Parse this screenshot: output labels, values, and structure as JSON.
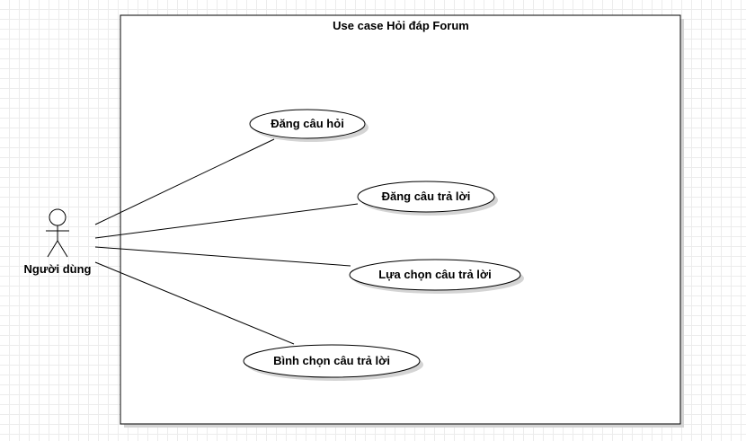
{
  "diagram": {
    "type": "uml-use-case",
    "system": {
      "title": "Use case Hỏi đáp Forum"
    },
    "actor": {
      "name": "Người dùng"
    },
    "use_cases": [
      {
        "id": "uc1",
        "label": "Đăng câu hỏi"
      },
      {
        "id": "uc2",
        "label": "Đăng câu trả lời"
      },
      {
        "id": "uc3",
        "label": "Lựa chọn câu trả lời"
      },
      {
        "id": "uc4",
        "label": "Bình chọn câu trả lời"
      }
    ],
    "associations": [
      {
        "from": "actor",
        "to": "uc1"
      },
      {
        "from": "actor",
        "to": "uc2"
      },
      {
        "from": "actor",
        "to": "uc3"
      },
      {
        "from": "actor",
        "to": "uc4"
      }
    ],
    "colors": {
      "line": "#000000",
      "fill": "#ffffff",
      "shadow": "#d4d4d4",
      "grid": "#ececec"
    }
  }
}
